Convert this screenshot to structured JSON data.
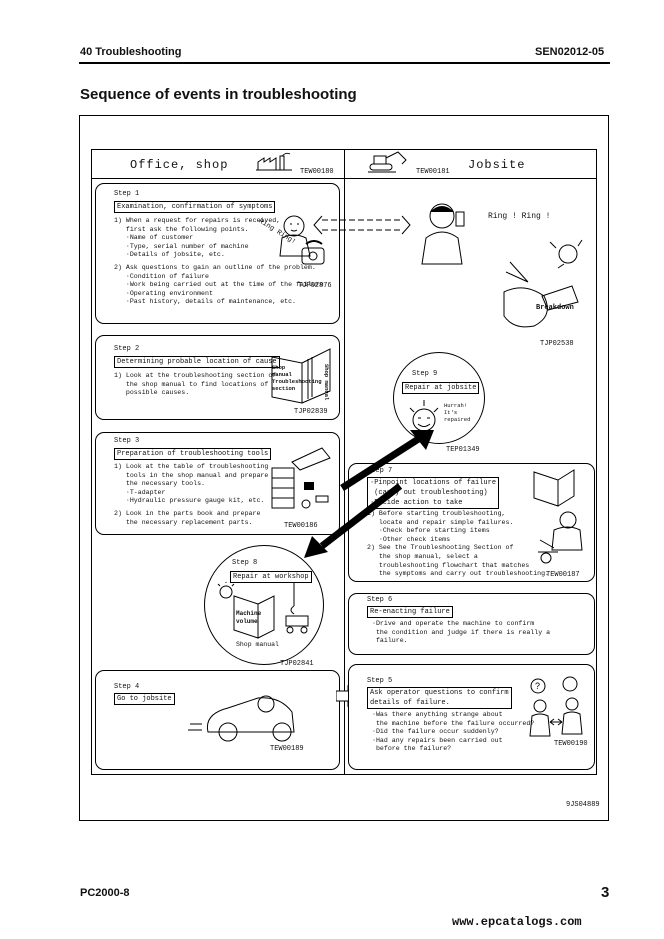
{
  "header": {
    "left": "40 Troubleshooting",
    "right": "SEN02012-05"
  },
  "title": "Sequence of events in troubleshooting",
  "columns": {
    "office": "Office, shop",
    "jobsite": "Jobsite"
  },
  "refs": {
    "tew180": "TEW00180",
    "tew181": "TEW00181",
    "tjp2876": "TJP02876",
    "tjp2538": "TJP02538",
    "tjp2839": "TJP02839",
    "tep1349": "TEP01349",
    "tew186": "TEW00186",
    "tew187": "TEW00187",
    "tjp2841": "TJP02841",
    "tew189": "TEW00189",
    "tew190": "TEW00190",
    "sj": "9JS04889"
  },
  "ring": "Ring ! Ring !",
  "ring_small": "Ring Ring!",
  "breakdown": "Breakdown",
  "step1": {
    "label": "Step 1",
    "box": "Examination, confirmation of symptoms",
    "lines": [
      "1) When a request for repairs is received,",
      "   first ask the following points.",
      "   ·Name of customer",
      "   ·Type, serial number of machine",
      "   ·Details of jobsite, etc.",
      "",
      "2) Ask questions to gain an outline of the problem.",
      "   ·Condition of failure",
      "   ·Work being carried out at the time of the failure",
      "   ·Operating environment",
      "   ·Past history, details of maintenance, etc."
    ]
  },
  "step2": {
    "label": "Step 2",
    "box": "Determining probable location of cause",
    "lines": [
      "1) Look at the troubleshooting section of",
      "   the shop manual to find locations of",
      "   possible causes."
    ],
    "book_left": "Shop manual Troubleshooting section",
    "book_right": "Shop manual"
  },
  "step3": {
    "label": "Step 3",
    "box": "Preparation of troubleshooting tools",
    "lines": [
      "1) Look at the table of troubleshooting",
      "   tools in the shop manual and prepare",
      "   the necessary tools.",
      "   ·T-adapter",
      "   ·Hydraulic pressure gauge kit, etc.",
      "",
      "2) Look in the parts book and prepare",
      "   the necessary replacement parts."
    ]
  },
  "step4": {
    "label": "Step 4",
    "box": "Go to jobsite"
  },
  "step5": {
    "label": "Step 5",
    "box_lines": [
      "Ask operator questions to confirm",
      "details of failure."
    ],
    "lines": [
      "·Was there anything strange about",
      " the machine before the failure occurred?",
      "·Did the failure occur suddenly?",
      "·Had any repairs been carried out",
      " before the failure?"
    ]
  },
  "step6": {
    "label": "Step 6",
    "box": "Re-enacting failure",
    "lines": [
      "·Drive and operate the machine to confirm",
      " the condition and judge if there is really a",
      " failure."
    ]
  },
  "step7": {
    "label": "Step 7",
    "box_lines": [
      "·Pinpoint locations of failure",
      " (carry out troubleshooting)",
      "·Decide action to take"
    ],
    "lines": [
      "1) Before starting troubleshooting,",
      "   locate and repair simple failures.",
      "   ·Check before starting items",
      "   ·Other check items",
      "2) See the Troubleshooting Section of",
      "   the shop manual, select a",
      "   troubleshooting flowchart that matches",
      "   the symptoms and carry out troubleshooting."
    ]
  },
  "step8": {
    "label": "Step 8",
    "box": "Repair at workshop",
    "manual_label": "Machine volume",
    "shop_manual": "Shop manual"
  },
  "step9": {
    "label": "Step 9",
    "box": "Repair at jobsite",
    "hurrah": "Hurrah! It's repaired"
  },
  "footer": {
    "model": "PC2000-8",
    "page": "3",
    "site": "www.epcatalogs.com"
  }
}
